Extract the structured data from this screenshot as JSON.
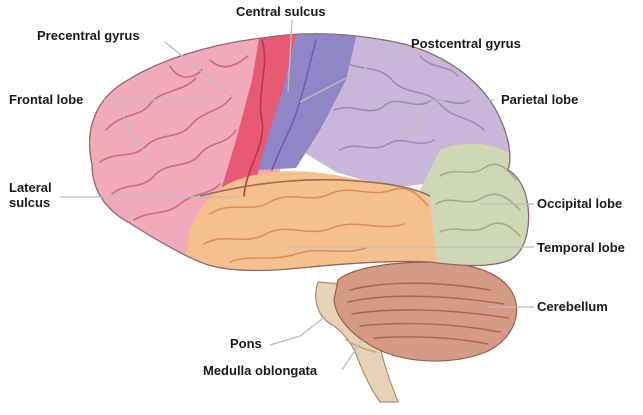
{
  "labels": {
    "central_sulcus": "Central sulcus",
    "precentral_gyrus": "Precentral gyrus",
    "postcentral_gyrus": "Postcentral gyrus",
    "frontal_lobe": "Frontal lobe",
    "parietal_lobe": "Parietal lobe",
    "lateral_sulcus": "Lateral\nsulcus",
    "occipital_lobe": "Occipital lobe",
    "temporal_lobe": "Temporal lobe",
    "cerebellum": "Cerebellum",
    "pons": "Pons",
    "medulla_oblongata": "Medulla oblongata"
  },
  "colors": {
    "frontal_lobe": "#f2a9b9",
    "precentral_gyrus": "#e85a74",
    "postcentral_gyrus": "#8f86c8",
    "parietal_lobe": "#c9b6d8",
    "temporal_lobe": "#f6c08e",
    "occipital_lobe": "#cfd8b6",
    "cerebellum": "#d49a86",
    "brainstem": "#e8d2b6"
  }
}
